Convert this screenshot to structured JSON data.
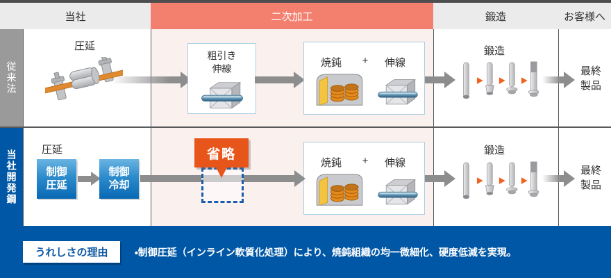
{
  "header": {
    "company": "当社",
    "secondary_processing": "二次加工",
    "forging": "鍛造",
    "to_customer": "お客様へ"
  },
  "conventional": {
    "side_label": "従来法",
    "rolling": "圧延",
    "rough_drawing": "粗引き\n伸線",
    "annealing": "焼鈍",
    "plus": "+",
    "wire_drawing": "伸線",
    "forging": "鍛造",
    "final_product": "最終\n製品"
  },
  "developed": {
    "side_label": "当社開発鋼",
    "rolling": "圧延",
    "controlled_rolling": "制御\n圧延",
    "controlled_cooling": "制御\n冷却",
    "omitted": "省略",
    "annealing": "焼鈍",
    "plus": "+",
    "wire_drawing": "伸線",
    "forging": "鍛造",
    "final_product": "最終\n製品"
  },
  "footer": {
    "badge": "うれしさの理由",
    "note": "・制御圧延（インライン軟質化処理）により、焼鈍組織の均一微細化、硬度低減を実現。"
  },
  "colors": {
    "accent_salmon": "#f3806e",
    "brand_blue": "#0057a5",
    "omit_orange": "#e8551b",
    "arrow_gray": "#8d8d8d",
    "box_border_blue": "#aacfe4",
    "pink_column": "#faf0ee",
    "label_gray": "#9a9a9a"
  },
  "icons": [
    "rolling-mill-icon",
    "drawing-die-icon",
    "annealing-furnace-icon",
    "forging-bolts-icon"
  ]
}
